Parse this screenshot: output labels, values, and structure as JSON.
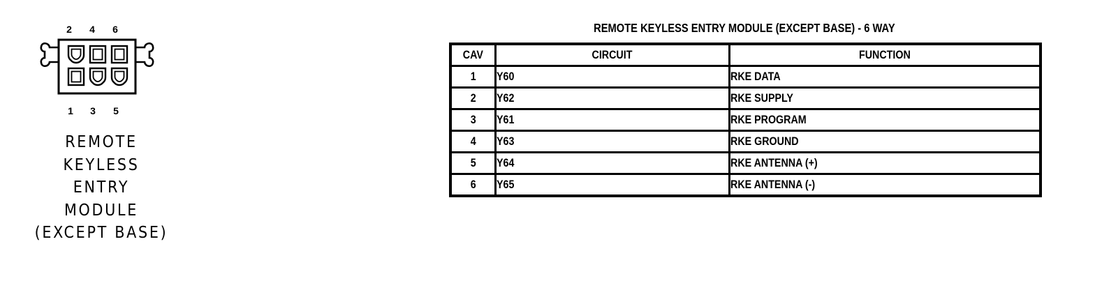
{
  "page": {
    "background_color": "#ffffff",
    "ink_color": "#000000"
  },
  "connector": {
    "top_pin_numbers": [
      "2",
      "4",
      "6"
    ],
    "bottom_pin_numbers": [
      "1",
      "3",
      "5"
    ],
    "label_lines": [
      "REMOTE",
      "KEYLESS",
      "ENTRY",
      "MODULE",
      "(EXCEPT BASE)"
    ],
    "cavity_count": 6
  },
  "pinout": {
    "title": "REMOTE KEYLESS ENTRY MODULE (EXCEPT BASE) - 6 WAY",
    "columns": [
      "CAV",
      "CIRCUIT",
      "FUNCTION"
    ],
    "rows": [
      {
        "cav": "1",
        "circuit": "Y60",
        "function": "RKE DATA"
      },
      {
        "cav": "2",
        "circuit": "Y62",
        "function": "RKE SUPPLY"
      },
      {
        "cav": "3",
        "circuit": "Y61",
        "function": "RKE PROGRAM"
      },
      {
        "cav": "4",
        "circuit": "Y63",
        "function": "RKE GROUND"
      },
      {
        "cav": "5",
        "circuit": "Y64",
        "function": "RKE ANTENNA (+)"
      },
      {
        "cav": "6",
        "circuit": "Y65",
        "function": "RKE ANTENNA (-)"
      }
    ]
  }
}
